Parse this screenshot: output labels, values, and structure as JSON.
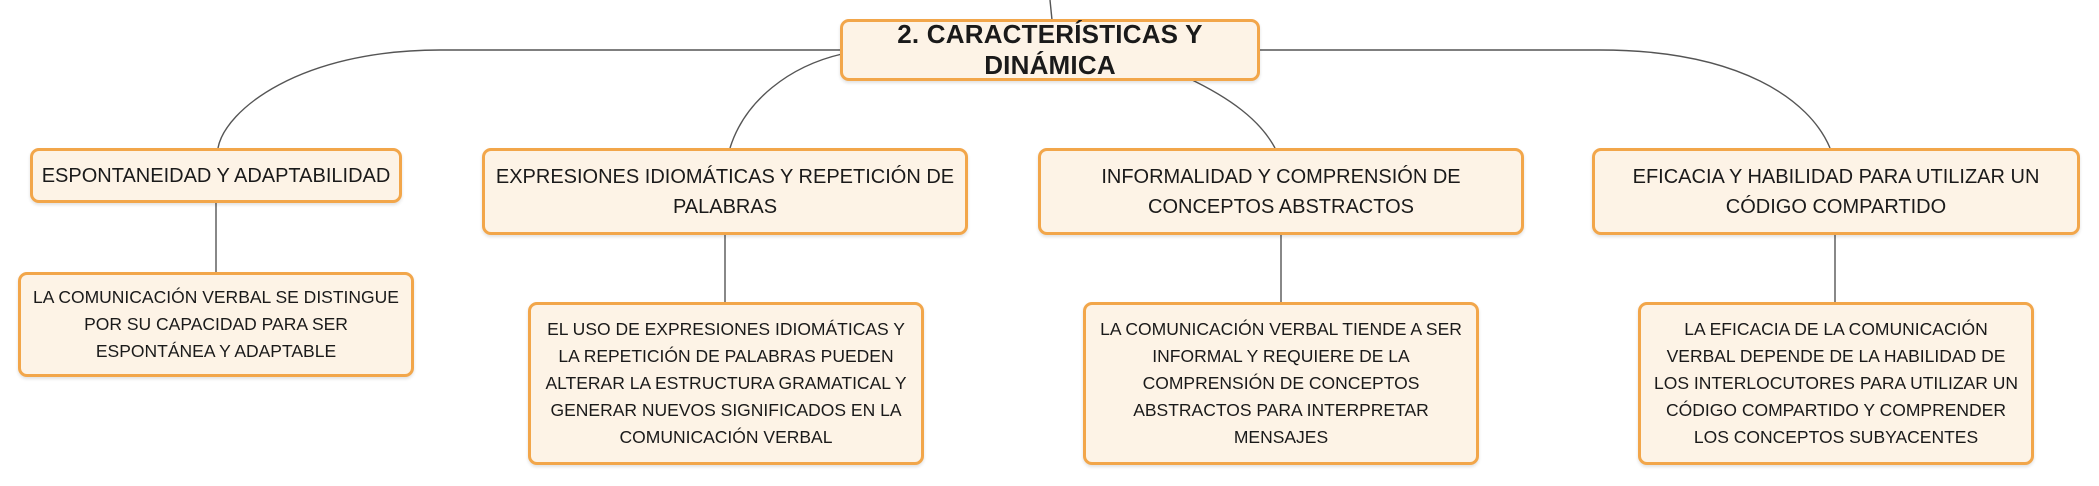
{
  "root": {
    "title": "2. CARACTERÍSTICAS Y DINÁMICA"
  },
  "branches": [
    {
      "title": "ESPONTANEIDAD Y ADAPTABILIDAD",
      "detail": "LA COMUNICACIÓN VERBAL SE DISTINGUE POR SU CAPACIDAD PARA SER ESPONTÁNEA Y ADAPTABLE"
    },
    {
      "title": "EXPRESIONES IDIOMÁTICAS Y REPETICIÓN DE PALABRAS",
      "detail": "EL USO DE EXPRESIONES IDIOMÁTICAS Y LA REPETICIÓN DE PALABRAS PUEDEN ALTERAR LA ESTRUCTURA GRAMATICAL Y GENERAR NUEVOS SIGNIFICADOS EN LA COMUNICACIÓN VERBAL"
    },
    {
      "title": "INFORMALIDAD Y COMPRENSIÓN DE CONCEPTOS ABSTRACTOS",
      "detail": "LA COMUNICACIÓN VERBAL TIENDE A SER INFORMAL Y REQUIERE DE LA COMPRENSIÓN DE CONCEPTOS ABSTRACTOS PARA INTERPRETAR MENSAJES"
    },
    {
      "title": "EFICACIA Y HABILIDAD PARA UTILIZAR UN CÓDIGO COMPARTIDO",
      "detail": "LA EFICACIA DE LA COMUNICACIÓN VERBAL DEPENDE DE LA HABILIDAD DE LOS INTERLOCUTORES PARA UTILIZAR UN CÓDIGO COMPARTIDO Y COMPRENDER LOS CONCEPTOS SUBYACENTES"
    }
  ]
}
